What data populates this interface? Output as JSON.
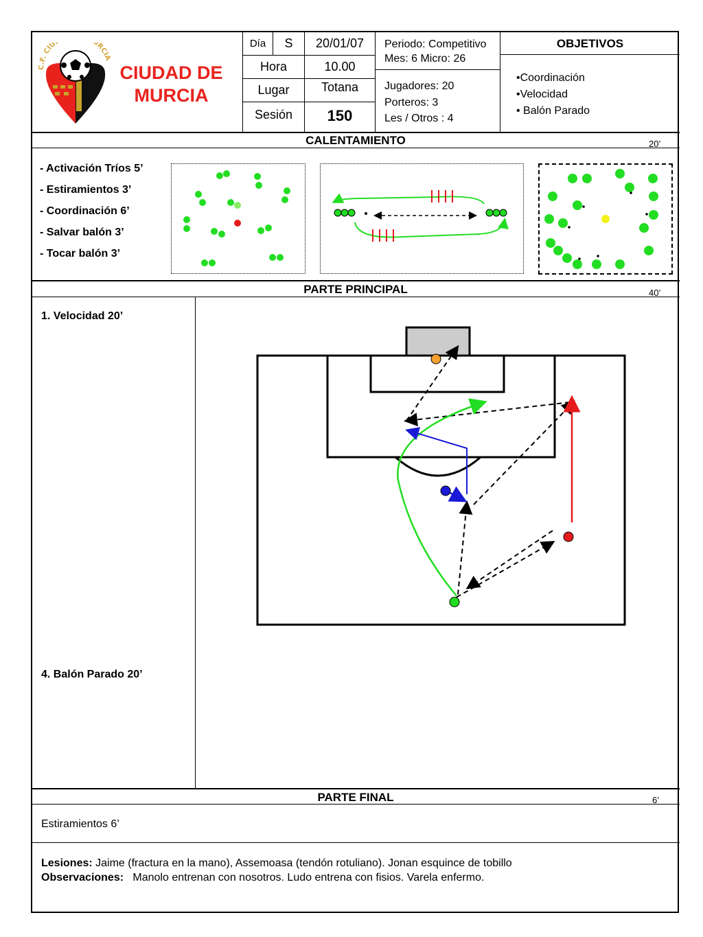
{
  "header": {
    "club_name_line1": "CIUDAD DE",
    "club_name_line2": "MURCIA",
    "logo_text": "C.F. CIUDAD DE MURCIA",
    "dia_label": "Día",
    "dia_value": "S",
    "date": "20/01/07",
    "hora_label": "Hora",
    "hora_value": "10.00",
    "lugar_label": "Lugar",
    "lugar_value": "Totana",
    "sesion_label": "Sesión",
    "sesion_value": "150",
    "periodo": "Periodo: Competitivo",
    "mes_micro": "Mes: 6 Micro: 26",
    "jugadores": "Jugadores:  20",
    "porteros": "Porteros: 3",
    "les_otros": "Les / Otros : 4"
  },
  "objetivos": {
    "title": "OBJETIVOS",
    "items": [
      "•Coordinación",
      "•Velocidad",
      "• Balón Parado"
    ]
  },
  "calentamiento": {
    "title": "CALENTAMIENTO",
    "minutes": "20’",
    "items": [
      "-  Activación Tríos  5’",
      "- Estiramientos 3’",
      "- Coordinación 6’",
      "- Salvar balón 3’",
      "- Tocar balón 3’"
    ]
  },
  "principal": {
    "title": "PARTE PRINCIPAL",
    "minutes": "40’",
    "item1": "1. Velocidad 20’",
    "item4": "4. Balón Parado 20’"
  },
  "final": {
    "title": "PARTE FINAL",
    "minutes": "6’",
    "text": "Estiramientos  6’"
  },
  "notes": {
    "lesiones_label": "Lesiones:",
    "lesiones_text": " Jaime (fractura en la mano), Assemoasa (tendón rotuliano). Jonan esquince de tobillo",
    "observaciones_label": "Observaciones:",
    "observaciones_text": "   Manolo entrenan con nosotros. Ludo entrena con fisios. Varela enfermo."
  },
  "colors": {
    "brand_red": "#e8231e",
    "player_green": "#22dd22",
    "player_red": "#e51b1b",
    "player_blue": "#1a1ad6",
    "player_orange": "#f5a030",
    "ball_yellow": "#f2f21a",
    "goal_grey": "#cccccc"
  }
}
